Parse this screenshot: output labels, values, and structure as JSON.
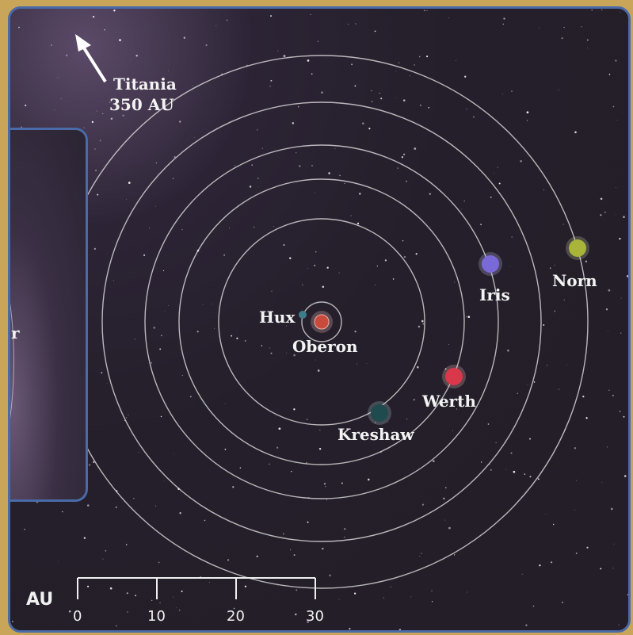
{
  "arrow_label": {
    "name": "Titania",
    "distance": "350 AU"
  },
  "star": {
    "name": "Oberon",
    "color": "#c84a3a"
  },
  "bodies": [
    {
      "key": "hux",
      "name": "Hux",
      "color": "#3f7c8a"
    },
    {
      "key": "iris",
      "name": "Iris",
      "color": "#7a6ad8"
    },
    {
      "key": "norn",
      "name": "Norn",
      "color": "#a9b43a"
    },
    {
      "key": "werth",
      "name": "Werth",
      "color": "#d8384a"
    },
    {
      "key": "kreshaw",
      "name": "Kreshaw",
      "color": "#1f4a4e"
    }
  ],
  "inset": {
    "label": "r"
  },
  "scale": {
    "unit": "AU",
    "ticks": [
      "0",
      "10",
      "20",
      "30"
    ]
  },
  "colors": {
    "frame_border": "#4a6aa8",
    "background": "#231e28",
    "page": "#c9a55a"
  }
}
